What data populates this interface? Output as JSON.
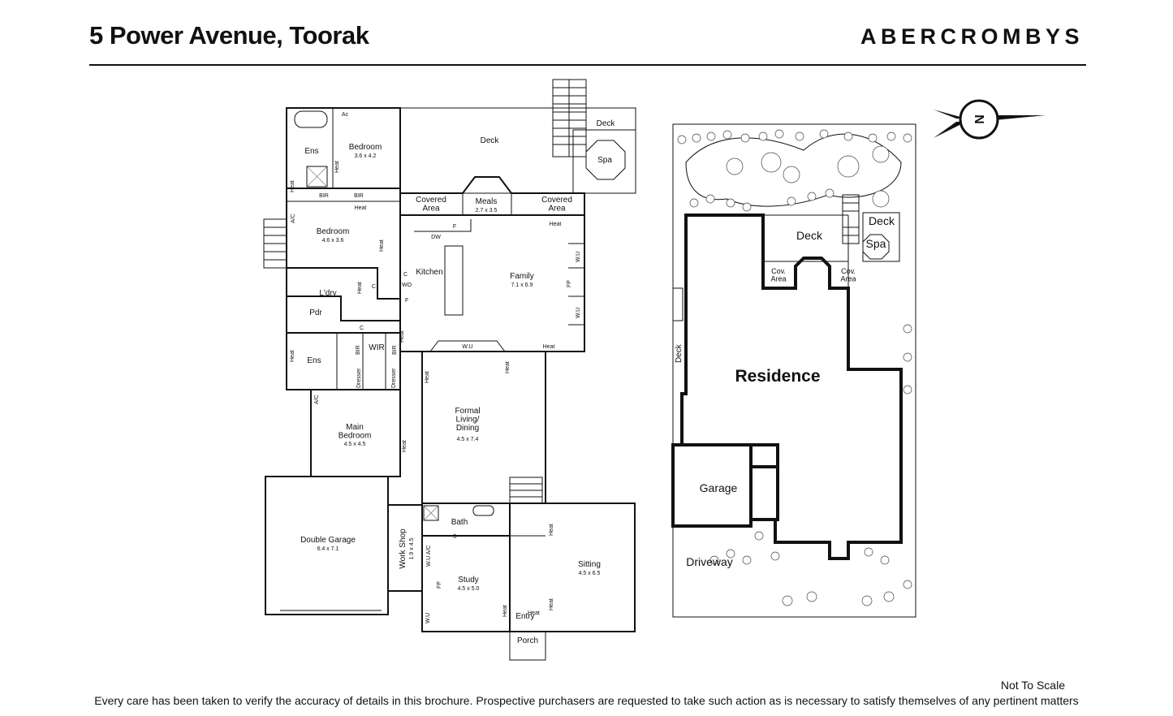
{
  "header": {
    "address": "5 Power Avenue, Toorak",
    "brand": "ABERCROMBYS"
  },
  "footer": {
    "not_to_scale": "Not To Scale",
    "disclaimer": "Every care has been taken to verify the accuracy of details in this brochure. Prospective purchasers are requested to take such action as is necessary to satisfy themselves of any pertinent matters"
  },
  "compass": {
    "letter": "N"
  },
  "floor_plan": {
    "rooms": [
      {
        "name": "Deck",
        "dims": ""
      },
      {
        "name": "Bedroom",
        "dims": "3.6 x 4.2"
      },
      {
        "name": "Ens",
        "dims": ""
      },
      {
        "name": "Bedroom",
        "dims": "4.6 x 3.6"
      },
      {
        "name": "L'dry",
        "dims": ""
      },
      {
        "name": "Pdr",
        "dims": ""
      },
      {
        "name": "Ens",
        "dims": ""
      },
      {
        "name": "WIR",
        "dims": ""
      },
      {
        "name": "Main\nBedroom",
        "dims": "4.5 x 4.5"
      },
      {
        "name": "Double Garage",
        "dims": "6.4 x 7.1"
      },
      {
        "name": "Work Shop",
        "dims": "1.9 x 4.5"
      },
      {
        "name": "Covered\nArea",
        "dims": ""
      },
      {
        "name": "Meals",
        "dims": "2.7 x 3.5"
      },
      {
        "name": "Covered\nArea",
        "dims": ""
      },
      {
        "name": "Kitchen",
        "dims": ""
      },
      {
        "name": "Family",
        "dims": "7.1 x 6.9"
      },
      {
        "name": "Formal\nLiving/\nDining",
        "dims": "4.5 x 7.4"
      },
      {
        "name": "Bath",
        "dims": ""
      },
      {
        "name": "Study",
        "dims": "4.5 x 5.0"
      },
      {
        "name": "Sitting",
        "dims": "4.5 x 6.5"
      },
      {
        "name": "Entry",
        "dims": ""
      },
      {
        "name": "Porch",
        "dims": ""
      },
      {
        "name": "Deck",
        "dims": ""
      },
      {
        "name": "Spa",
        "dims": ""
      }
    ],
    "small_labels": [
      "Ac",
      "Heat",
      "BIR",
      "BIR",
      "A/C",
      "Heat",
      "Heat",
      "C",
      "C",
      "C",
      "WO",
      "F",
      "DW",
      "F",
      "Heat",
      "W.U",
      "FP",
      "W.U",
      "W.U",
      "Heat",
      "Heat",
      "BIR",
      "BIR",
      "Dresser",
      "Dresser",
      "Heat",
      "A/C",
      "Heat",
      "Heat",
      "S",
      "W.U A/C",
      "FP",
      "Heat",
      "W.U",
      "Heat",
      "Heat",
      "Heat",
      "Heat",
      "Heat"
    ]
  },
  "site_plan": {
    "labels": [
      "Deck",
      "Deck",
      "Spa",
      "Cov.\nArea",
      "Cov.\nArea",
      "Residence",
      "Deck",
      "Garage",
      "Driveway"
    ]
  }
}
